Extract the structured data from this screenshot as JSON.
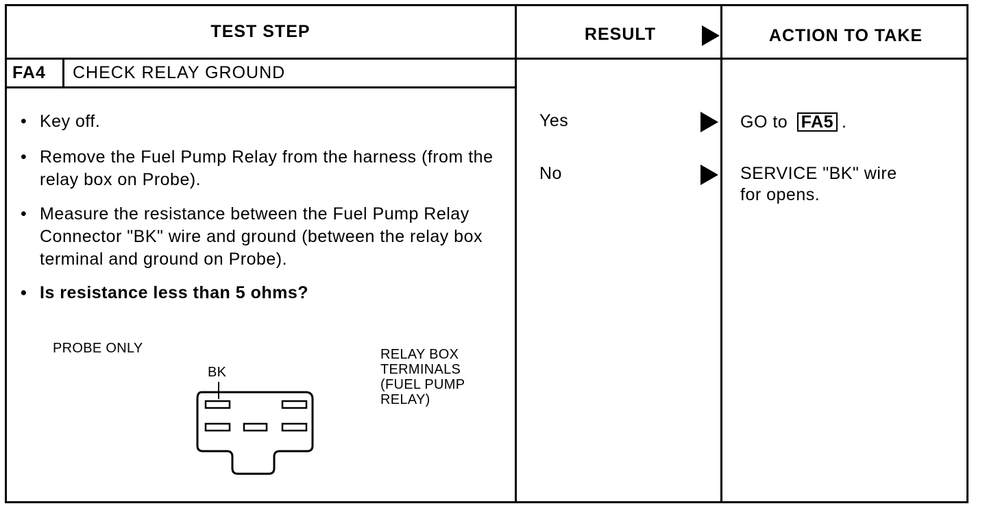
{
  "header": {
    "test_step": "TEST STEP",
    "result": "RESULT",
    "action": "ACTION TO TAKE"
  },
  "step": {
    "code": "FA4",
    "title": "CHECK RELAY GROUND"
  },
  "instructions": [
    "Key off.",
    "Remove the Fuel Pump Relay from the harness (from the relay box on Probe).",
    "Measure the resistance between the Fuel Pump Relay Connector \"BK\" wire and ground (between the relay box terminal and ground on Probe).",
    "Is resistance less than 5 ohms?"
  ],
  "bullet_glyph": "•",
  "figure": {
    "probe_label": "PROBE ONLY",
    "wire_label": "BK",
    "terminals_label": [
      "RELAY BOX",
      "TERMINALS",
      "(FUEL PUMP",
      "RELAY)"
    ]
  },
  "results": [
    {
      "label": "Yes",
      "action_prefix": "GO to",
      "action_ref": "FA5",
      "action_suffix": "."
    },
    {
      "label": "No",
      "action_line1": "SERVICE \"BK\" wire",
      "action_line2": "for opens."
    }
  ]
}
